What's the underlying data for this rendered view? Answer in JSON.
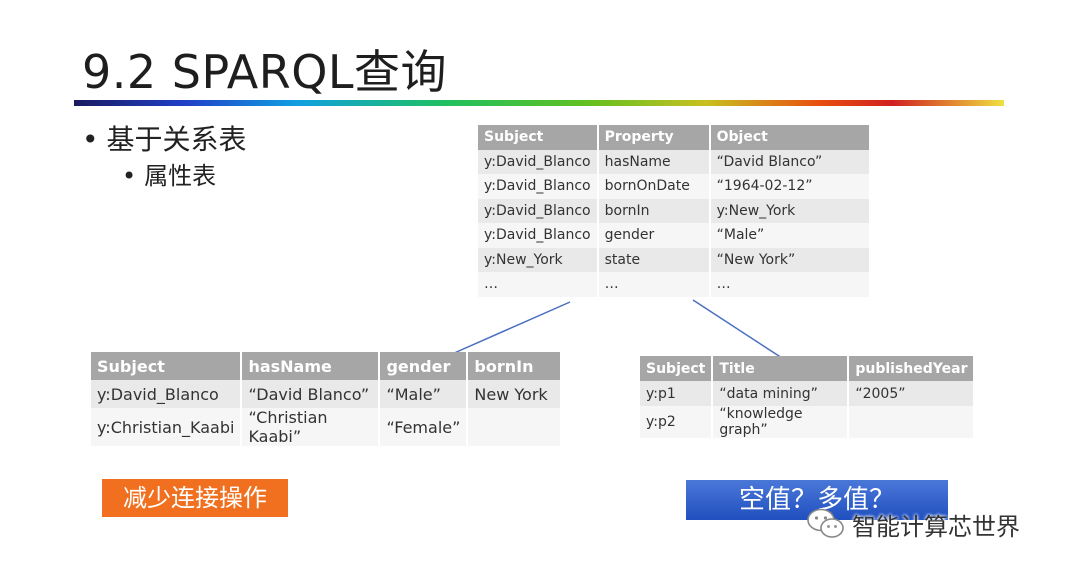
{
  "title": "9.2 SPARQL查询",
  "bullets": {
    "level1": "基于关系表",
    "level2": "属性表"
  },
  "main_table": {
    "headers": [
      "Subject",
      "Property",
      "Object"
    ],
    "rows": [
      [
        "y:David_Blanco",
        "hasName",
        "“David Blanco”"
      ],
      [
        "y:David_Blanco",
        "bornOnDate",
        "“1964-02-12”"
      ],
      [
        "y:David_Blanco",
        "bornIn",
        "y:New_York"
      ],
      [
        "y:David_Blanco",
        "gender",
        "“Male”"
      ],
      [
        "y:New_York",
        "state",
        "“New York”"
      ],
      [
        "…",
        "…",
        "…"
      ]
    ]
  },
  "left_table": {
    "headers": [
      "Subject",
      "hasName",
      "gender",
      "bornIn"
    ],
    "rows": [
      [
        "y:David_Blanco",
        "“David Blanco”",
        "“Male”",
        "New York"
      ],
      [
        "y:Christian_Kaabi",
        "“Christian Kaabi”",
        "“Female”",
        ""
      ]
    ]
  },
  "right_table": {
    "headers": [
      "Subject",
      "Title",
      "publishedYear"
    ],
    "rows": [
      [
        "y:p1",
        "“data mining”",
        "“2005”"
      ],
      [
        "y:p2",
        "“knowledge graph”",
        ""
      ]
    ]
  },
  "callouts": {
    "orange": "减少连接操作",
    "blue": "空值？多值？"
  },
  "watermark": {
    "icon": "wechat-icon",
    "text": "智能计算芯世界"
  },
  "colors": {
    "header_bg": "#a6a6a6",
    "orange": "#f07020",
    "blue": "#2f5fcc",
    "connector": "#4a6fc0"
  }
}
